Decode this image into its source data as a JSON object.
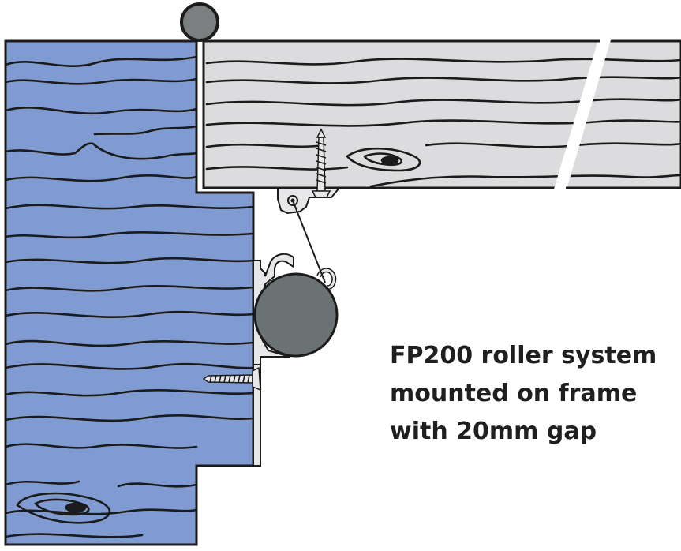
{
  "caption": {
    "line1": "FP200 roller system",
    "line2": "mounted on frame",
    "line3": "with 20mm gap"
  },
  "colors": {
    "frame_wood": "#7f9bd2",
    "door_wood": "#dcdcde",
    "roller": "#6a7274",
    "hinge_knuckle": "#7b7f80",
    "bracket": "#e7e7e9",
    "outline": "#1b1b1b"
  },
  "icons": [
    "hinge-icon",
    "screw-icon",
    "roller-icon",
    "bracket-icon"
  ]
}
